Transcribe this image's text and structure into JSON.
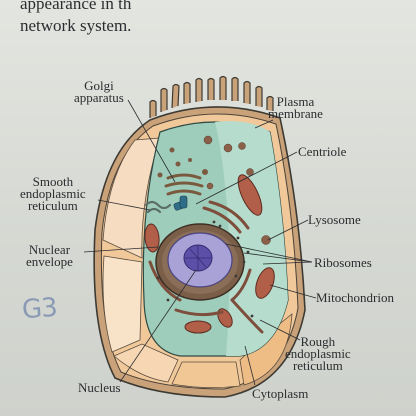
{
  "text": {
    "line1": "appearance in th",
    "line2": "network system."
  },
  "labels": {
    "golgi_1": "Golgi",
    "golgi_2": "apparatus",
    "plasma_1": "Plasma",
    "plasma_2": "membrane",
    "centriole": "Centriole",
    "ser_1": "Smooth",
    "ser_2": "endoplasmic",
    "ser_3": "reticulum",
    "lysosome": "Lysosome",
    "nuc_env_1": "Nuclear",
    "nuc_env_2": "envelope",
    "ribosomes": "Ribosomes",
    "mitochondrion": "Mitochondrion",
    "rer_1": "Rough",
    "rer_2": "endoplasmic",
    "rer_3": "reticulum",
    "nucleus": "Nucleus",
    "cytoplasm": "Cytoplasm"
  },
  "handwriting": "G3"
}
